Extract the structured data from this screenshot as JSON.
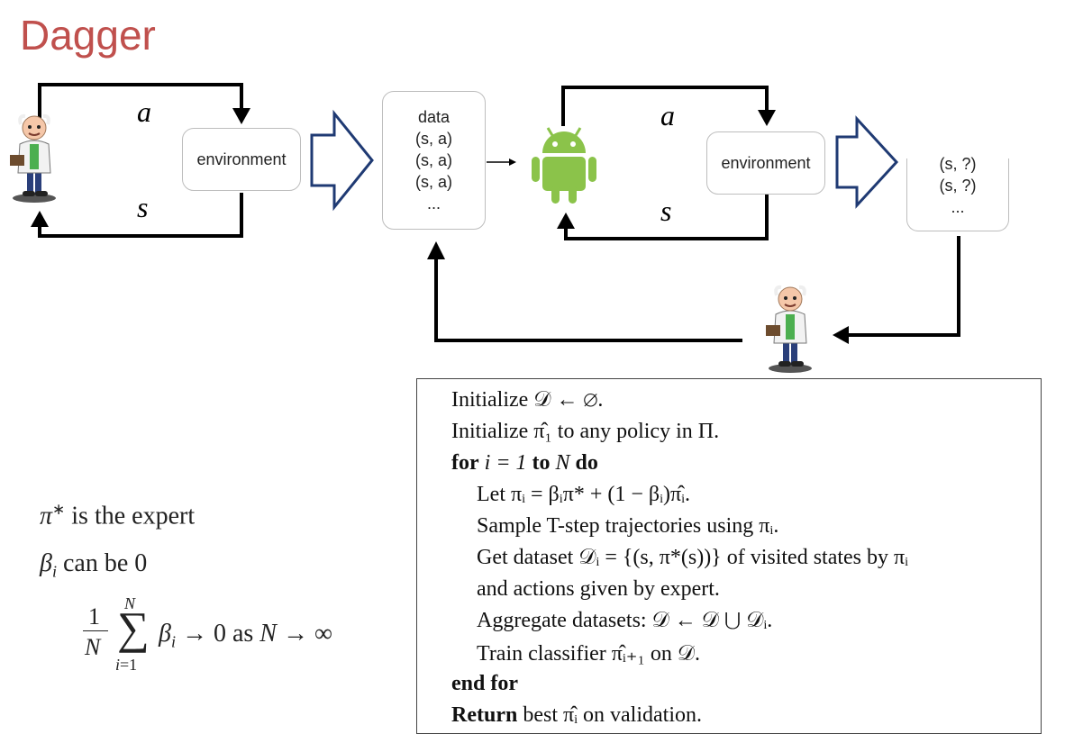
{
  "title": "Dagger",
  "diagram": {
    "action_label": "a",
    "state_label": "s",
    "environment_label": "environment",
    "data_box": {
      "header": "data",
      "rows": [
        "(s, a)",
        "(s, a)",
        "(s, a)",
        "..."
      ]
    },
    "query_box": {
      "rows": [
        "(s, ?)",
        "(s, ?)",
        "..."
      ]
    }
  },
  "notes": {
    "expert_note": "is the expert",
    "beta_note": "can be 0",
    "limit_note": "as"
  },
  "algorithm": {
    "lines": [
      {
        "text": "Initialize 𝒟 ← ∅."
      },
      {
        "text": "Initialize π̂₁ to any policy in Π."
      },
      {
        "kw1": "for",
        "text": "i = 1",
        "kw2": "to",
        "text2": "N",
        "kw3": "do"
      },
      {
        "text": "Let πᵢ = βᵢπ* + (1 − βᵢ)π̂ᵢ."
      },
      {
        "text": "Sample T-step trajectories using πᵢ."
      },
      {
        "text": "Get dataset 𝒟ᵢ = {(s, π*(s))} of visited states by πᵢ"
      },
      {
        "text": "and actions given by expert."
      },
      {
        "text": "Aggregate datasets: 𝒟 ← 𝒟 ⋃ 𝒟ᵢ."
      },
      {
        "text": "Train classifier π̂ᵢ₊₁ on 𝒟."
      },
      {
        "kw1": "end for"
      },
      {
        "kw1": "Return",
        "text": "best π̂ᵢ on validation."
      }
    ]
  },
  "colors": {
    "title": "#c0504d",
    "hollow_arrow": "#1f3a73",
    "android": "#8bc34a"
  },
  "icons": [
    "professor-icon",
    "android-robot-icon"
  ]
}
